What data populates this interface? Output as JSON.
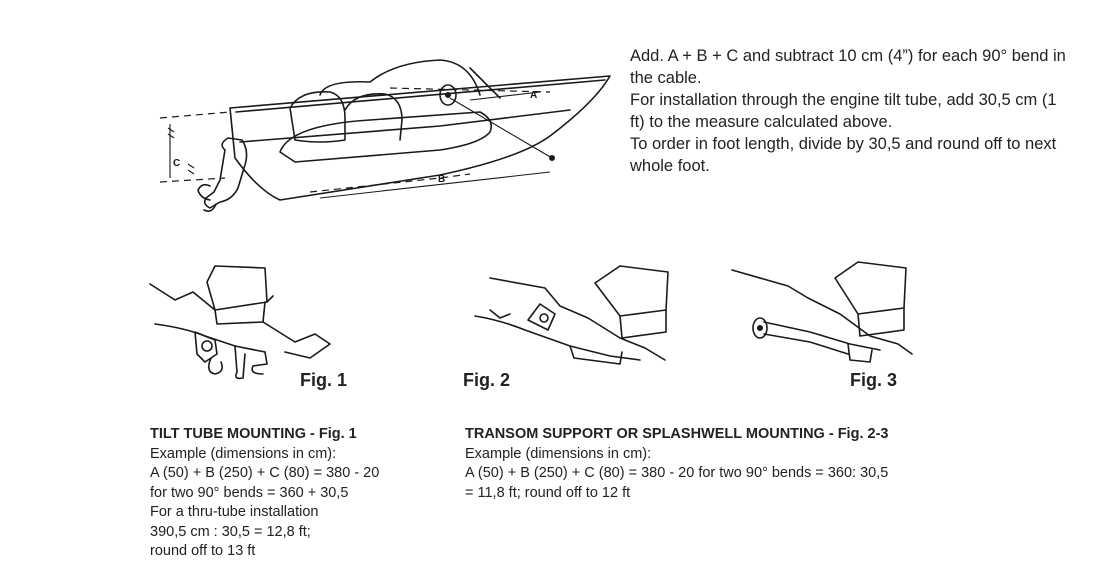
{
  "intro": {
    "lines": [
      "Add. A + B + C and subtract 10 cm (4”) for each 90° bend in the cable.",
      "For installation through the engine tilt tube, add 30,5 cm (1 ft) to the measure calculated above.",
      "To order in foot length, divide by 30,5 and round off to next whole foot."
    ]
  },
  "boat_diagram": {
    "dimension_labels": {
      "a": "A",
      "b": "B",
      "c": "C"
    }
  },
  "figures": {
    "fig1": "Fig. 1",
    "fig2": "Fig. 2",
    "fig3": "Fig. 3"
  },
  "tilt_tube": {
    "heading": "TILT TUBE MOUNTING - Fig. 1",
    "lines": [
      "Example (dimensions in cm):",
      "A (50) + B (250) + C (80) = 380 - 20",
      "for two 90° bends = 360 + 30,5",
      "For a thru-tube installation",
      "390,5 cm : 30,5 = 12,8 ft;",
      "round off to 13 ft"
    ]
  },
  "transom": {
    "heading": "TRANSOM SUPPORT OR SPLASHWELL MOUNTING - Fig. 2-3",
    "lines": [
      "Example (dimensions in cm):",
      "A (50) + B (250) + C (80) = 380 - 20 for two 90° bends = 360: 30,5",
      "= 11,8 ft; round off to 12 ft"
    ]
  }
}
